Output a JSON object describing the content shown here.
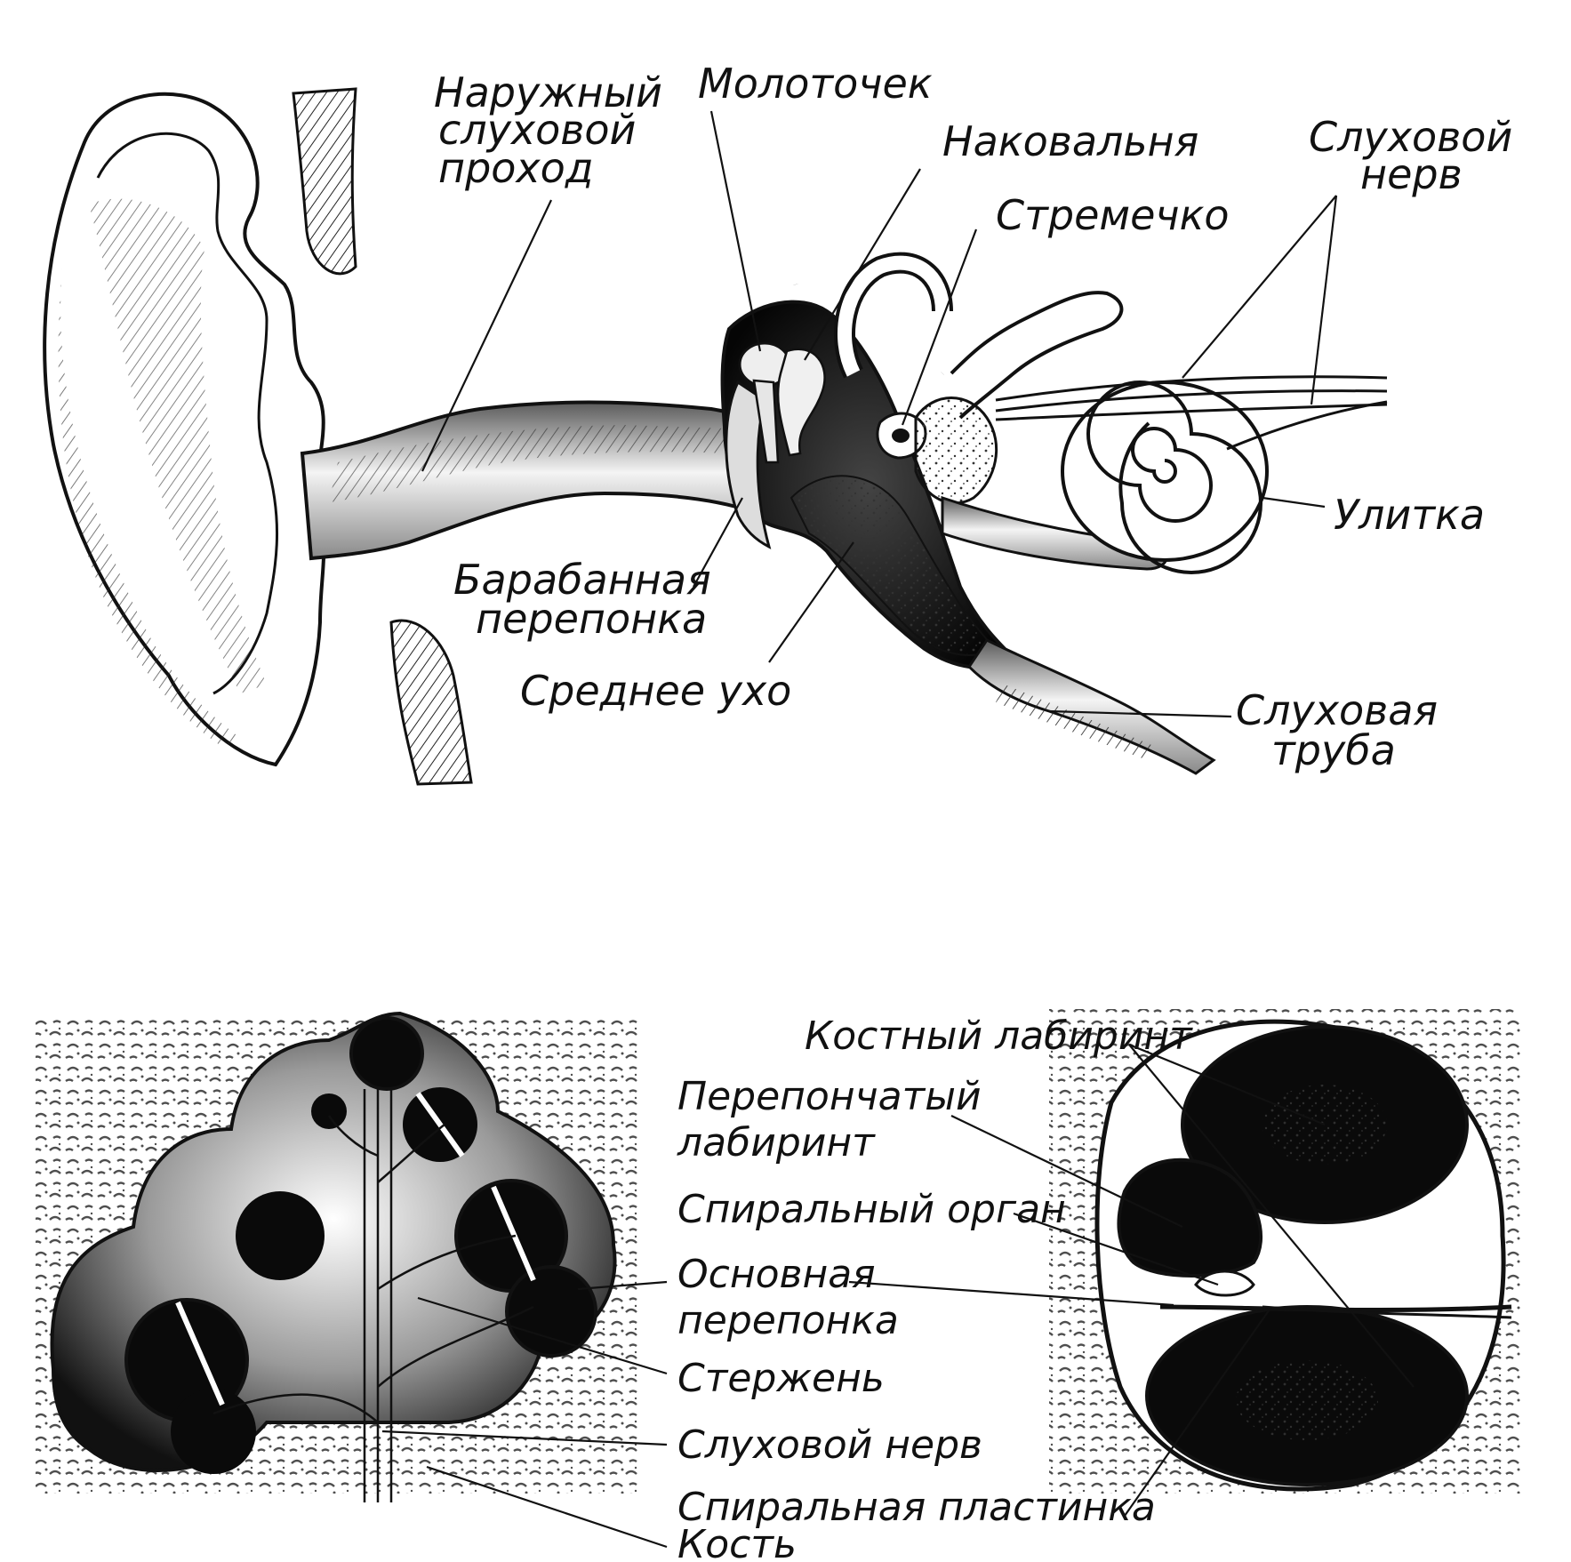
{
  "top_figure": {
    "labels": {
      "external_canal": [
        "Наружный",
        "слуховой",
        "проход"
      ],
      "malleus": "Молоточек",
      "incus": "Наковальня",
      "stapes": "Стремечко",
      "auditory_nerve": [
        "Слуховой",
        "нерв"
      ],
      "cochlea": "Улитка",
      "eardrum": [
        "Барабанная",
        "перепонка"
      ],
      "middle_ear": "Среднее ухо",
      "eustachian_tube": [
        "Слуховая",
        "труба"
      ]
    }
  },
  "bottom_figure": {
    "labels": {
      "bony_labyrinth": "Костный лабиринт",
      "membranous_labyrinth": [
        "Перепончатый",
        "лабиринт"
      ],
      "spiral_organ": "Спиральный орган",
      "basilar_membrane": [
        "Основная",
        "перепонка"
      ],
      "modiolus": "Стержень",
      "auditory_nerve": "Слуховой нерв",
      "spiral_lamina": "Спиральная пластинка",
      "bone": "Кость"
    }
  }
}
